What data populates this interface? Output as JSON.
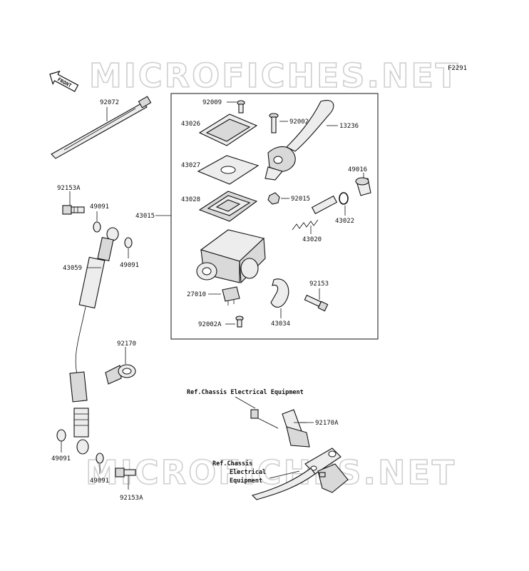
{
  "watermark": "MICROFICHES.NET",
  "figure_code": "F2291",
  "front_label": "FRONT",
  "parts": {
    "p92072": "92072",
    "p92153A_top": "92153A",
    "p49091_a": "49091",
    "p49091_b": "49091",
    "p43059": "43059",
    "p43015": "43015",
    "p92009": "92009",
    "p43026": "43026",
    "p92002": "92002",
    "p13236": "13236",
    "p43027": "43027",
    "p49016": "49016",
    "p43028": "43028",
    "p92015": "92015",
    "p43022": "43022",
    "p43020": "43020",
    "p27010": "27010",
    "p92153": "92153",
    "p92002A": "92002A",
    "p43034": "43034",
    "p92170": "92170",
    "p49091_c": "49091",
    "p49091_d": "49091",
    "p92153A_bottom": "92153A",
    "p92170A": "92170A"
  },
  "refs": {
    "ref_top": "Ref.Chassis Electrical Equipment",
    "ref_bottom_1": "Ref.Chassis",
    "ref_bottom_2": "Electrical",
    "ref_bottom_3": "Equipment"
  }
}
